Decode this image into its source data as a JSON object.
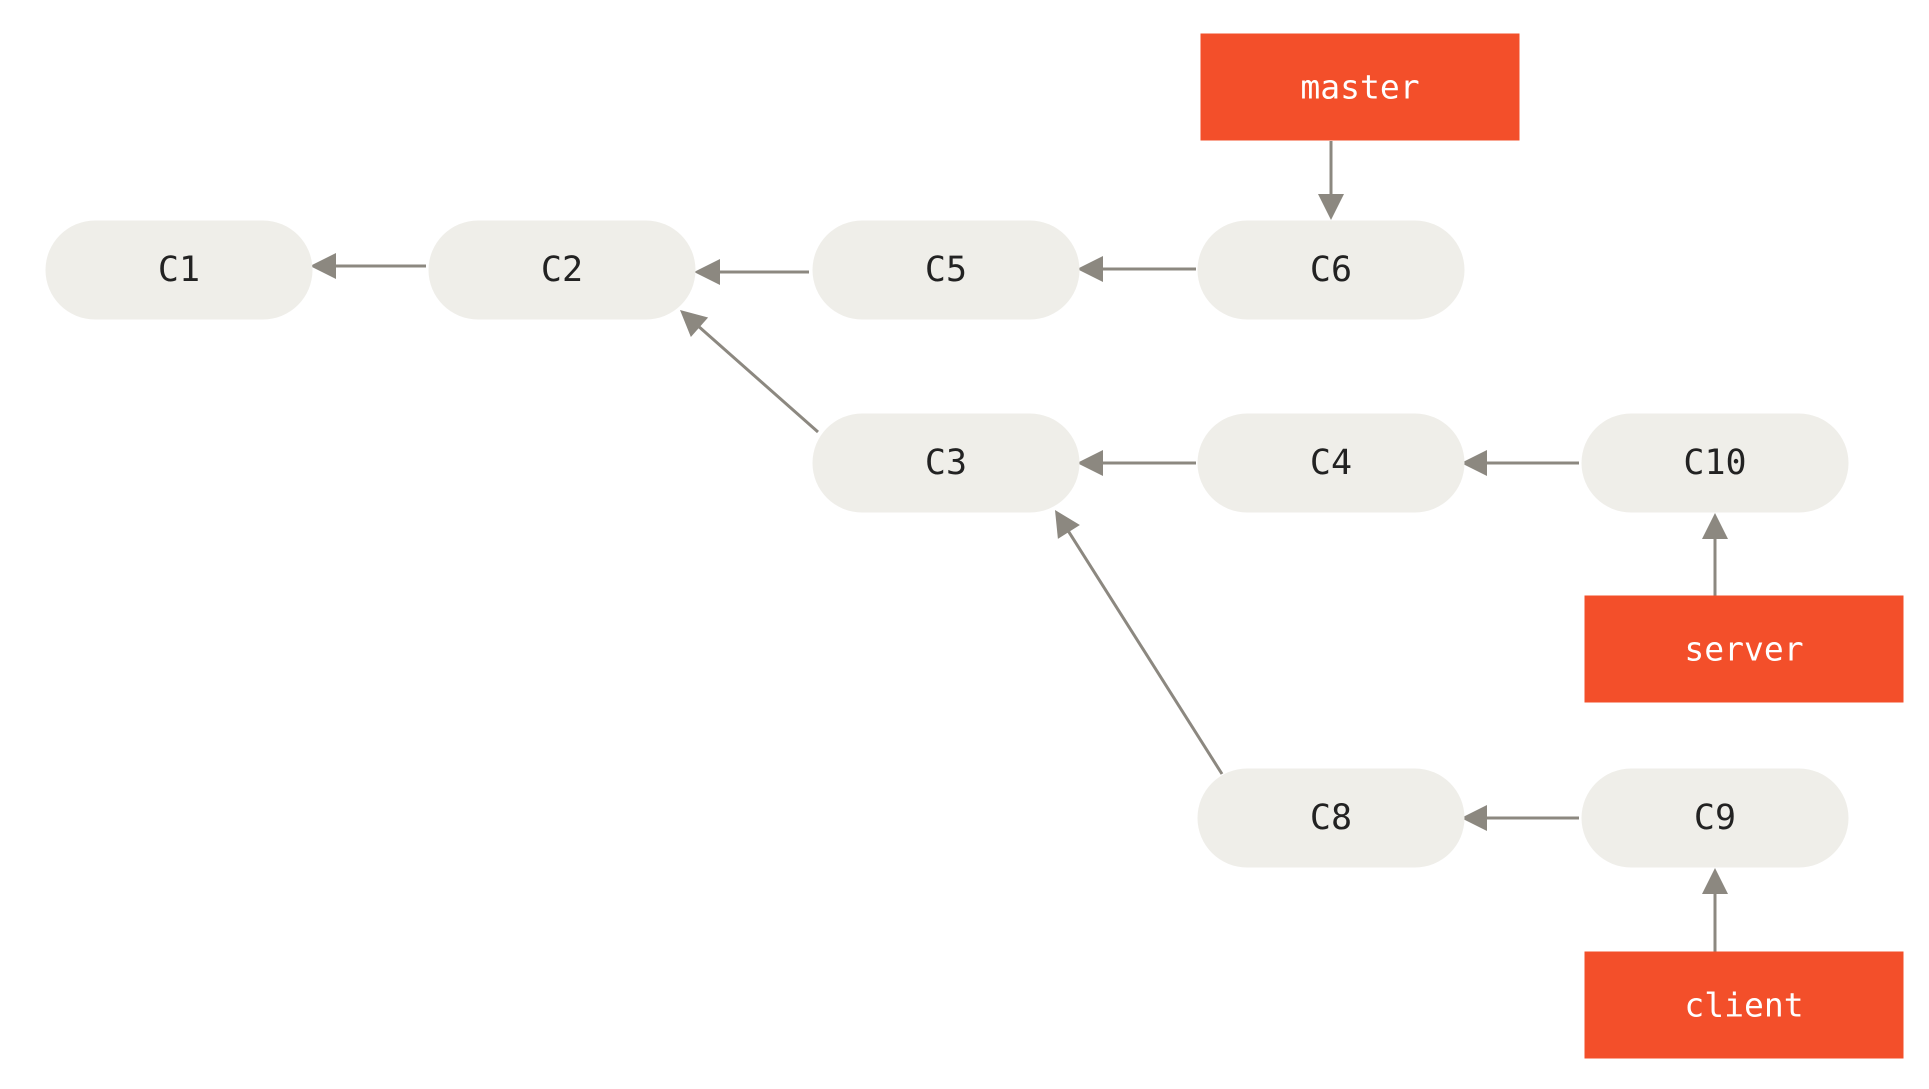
{
  "commits": [
    {
      "id": "C1",
      "label": "C1"
    },
    {
      "id": "C2",
      "label": "C2"
    },
    {
      "id": "C5",
      "label": "C5"
    },
    {
      "id": "C6",
      "label": "C6"
    },
    {
      "id": "C3",
      "label": "C3"
    },
    {
      "id": "C4",
      "label": "C4"
    },
    {
      "id": "C10",
      "label": "C10"
    },
    {
      "id": "C8",
      "label": "C8"
    },
    {
      "id": "C9",
      "label": "C9"
    }
  ],
  "branches": [
    {
      "id": "master",
      "label": "master",
      "target": "C6"
    },
    {
      "id": "server",
      "label": "server",
      "target": "C10"
    },
    {
      "id": "client",
      "label": "client",
      "target": "C9"
    }
  ],
  "parent_links": [
    {
      "from": "C2",
      "to": "C1"
    },
    {
      "from": "C5",
      "to": "C2"
    },
    {
      "from": "C6",
      "to": "C5"
    },
    {
      "from": "C3",
      "to": "C2"
    },
    {
      "from": "C4",
      "to": "C3"
    },
    {
      "from": "C10",
      "to": "C4"
    },
    {
      "from": "C8",
      "to": "C3"
    },
    {
      "from": "C9",
      "to": "C8"
    }
  ],
  "colors": {
    "commit_fill": "#efeee9",
    "branch_fill": "#f34f2a",
    "arrow": "#8c8880",
    "commit_text": "#222222",
    "branch_text": "#ffffff"
  }
}
